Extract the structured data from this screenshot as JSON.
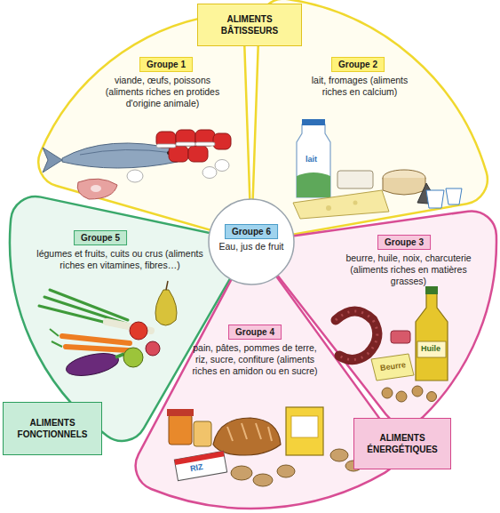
{
  "diagram": {
    "nodes": [
      {
        "text": [
          "ALIMENTS BÂTISSEURS"
        ]
      },
      {
        "text": [
          "Groupe 1",
          "viande, œufs, poissons (aliments riches en protides d'origine animale)"
        ]
      },
      {
        "text": [
          "Groupe 2",
          "lait, fromages (aliments riches en calcium)"
        ]
      },
      {
        "text": [
          "Groupe 5",
          "légumes et fruits, cuits ou crus (aliments riches en vitamines, fibres…)"
        ]
      },
      {
        "text": [
          "Groupe 6",
          "Eau, jus de fruit"
        ]
      },
      {
        "text": [
          "Groupe 3",
          "beurre, huile, noix, charcuterie (aliments riches en matières grasses)"
        ]
      },
      {
        "text": [
          "Groupe 4",
          "pain, pâtes, pommes de terre, riz, sucre, confiture (aliments riches en amidon ou en sucre)"
        ]
      },
      {
        "text": [
          "ALIMENTS FONCTIONNELS"
        ]
      },
      {
        "text": [
          "ALIMENTS ÉNERGÉTIQUES"
        ]
      }
    ],
    "labels": [
      "lait",
      "Beurre",
      "Huile",
      "RIZ"
    ]
  }
}
